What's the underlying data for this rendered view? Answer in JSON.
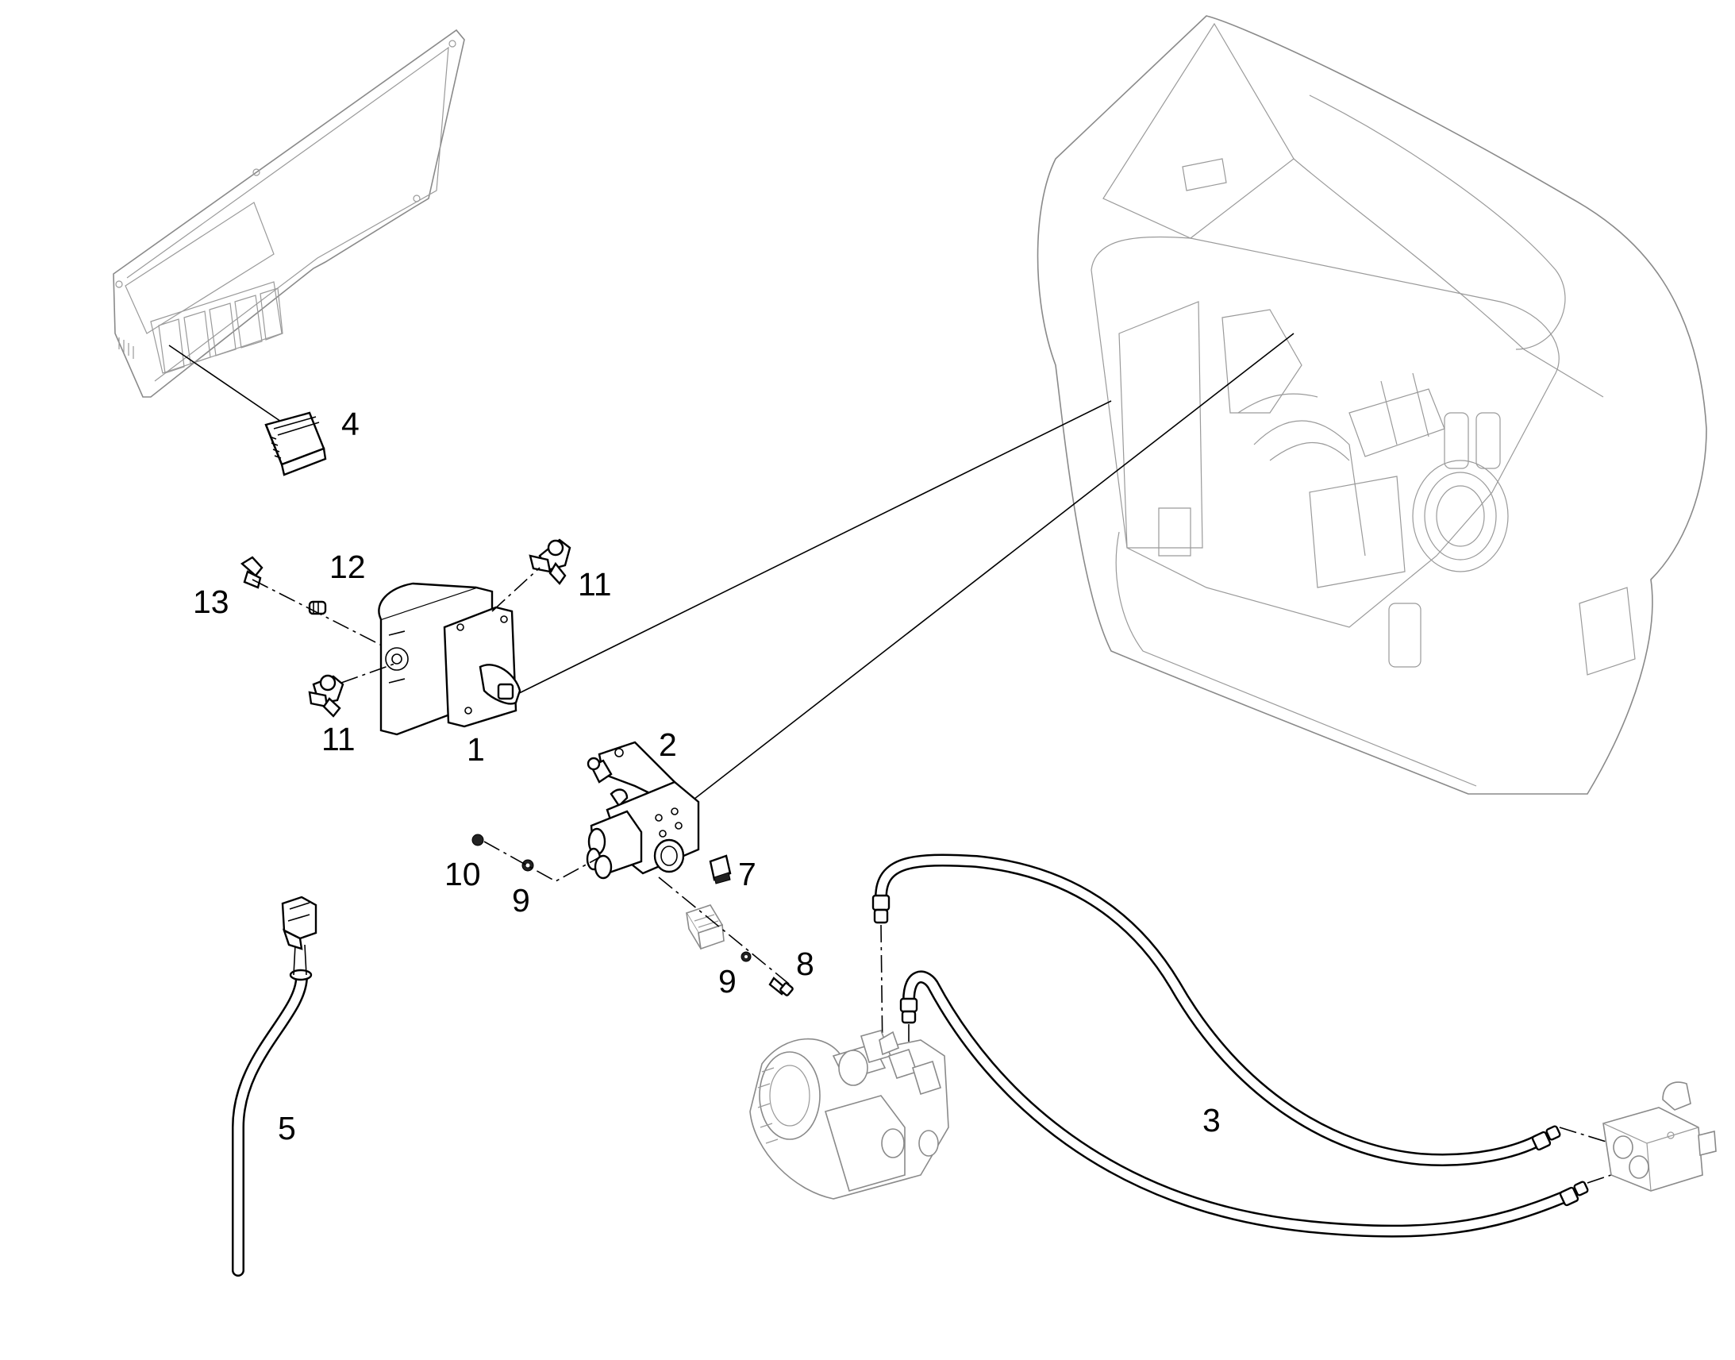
{
  "callouts": {
    "c1": "1",
    "c2": "2",
    "c3": "3",
    "c4": "4",
    "c5": "5",
    "c7": "7",
    "c8": "8",
    "c9a": "9",
    "c9b": "9",
    "c10": "10",
    "c11a": "11",
    "c11b": "11",
    "c12": "12",
    "c13": "13"
  },
  "colors": {
    "ink": "#000000",
    "context_gray": "#8a8a8a",
    "background": "#ffffff"
  }
}
